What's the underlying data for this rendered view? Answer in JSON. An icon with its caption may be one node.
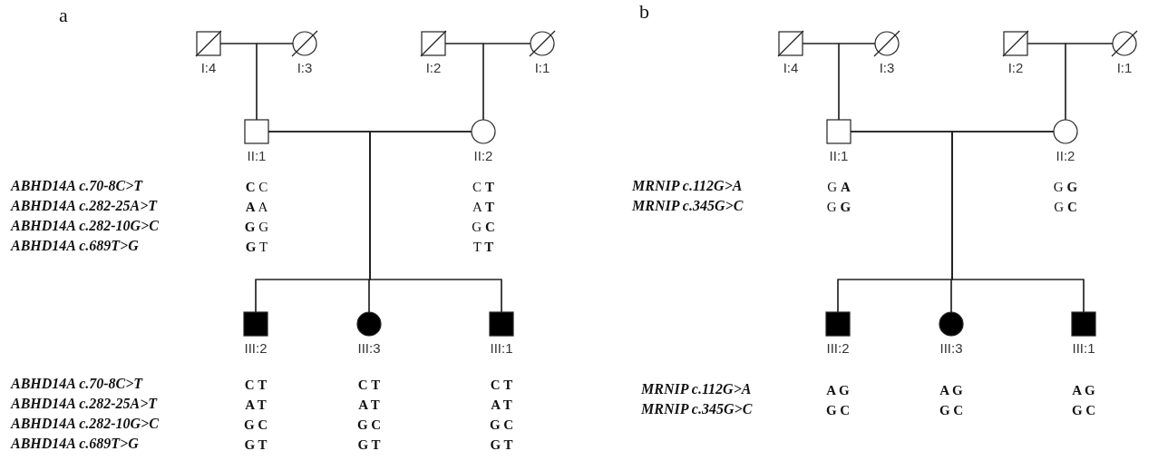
{
  "diagram": {
    "nodes": [
      {
        "text": [
          "I:4"
        ]
      },
      {
        "text": [
          "I:3"
        ]
      },
      {
        "text": [
          "I:2"
        ]
      },
      {
        "text": [
          "I:1"
        ]
      },
      {
        "text": [
          "II:1"
        ],
        "beside": [
          "**C** C",
          "**A** A",
          "**G** G",
          "**G** T"
        ]
      },
      {
        "text": [
          "II:2"
        ],
        "beside": [
          "C **T**",
          "A **T**",
          "G **C**",
          "T **T**"
        ]
      },
      {
        "text": [
          "III:2"
        ],
        "beside": [
          "C T",
          "A T",
          "G C",
          "G T"
        ]
      },
      {
        "text": [
          "III:3"
        ],
        "beside": [
          "C T",
          "A T",
          "G C",
          "G T"
        ]
      },
      {
        "text": [
          "III:1"
        ],
        "beside": [
          "C T",
          "A T",
          "G C",
          "G T"
        ]
      },
      {
        "text": [
          "I:4"
        ]
      },
      {
        "text": [
          "I:3"
        ]
      },
      {
        "text": [
          "I:2"
        ]
      },
      {
        "text": [
          "I:1"
        ]
      },
      {
        "text": [
          "II:1"
        ],
        "beside": [
          "G **A**",
          "G **G**"
        ]
      },
      {
        "text": [
          "II:2"
        ],
        "beside": [
          "G **G**",
          "G **C**"
        ]
      },
      {
        "text": [
          "III:2"
        ],
        "beside": [
          "A G",
          "G C"
        ]
      },
      {
        "text": [
          "III:3"
        ],
        "beside": [
          "A G",
          "G C"
        ]
      },
      {
        "text": [
          "III:1"
        ],
        "beside": [
          "A G",
          "G C"
        ]
      }
    ],
    "edges": [
      {
        "from": 0,
        "to": 1,
        "arrow": "none"
      },
      {
        "from": 2,
        "to": 3,
        "arrow": "none"
      },
      {
        "from": 0,
        "to": 4,
        "arrow": "none"
      },
      {
        "from": 1,
        "to": 4,
        "arrow": "none"
      },
      {
        "from": 2,
        "to": 5,
        "arrow": "none"
      },
      {
        "from": 3,
        "to": 5,
        "arrow": "none"
      },
      {
        "from": 4,
        "to": 5,
        "arrow": "none"
      },
      {
        "from": 4,
        "to": 6,
        "arrow": "none"
      },
      {
        "from": 5,
        "to": 6,
        "arrow": "none"
      },
      {
        "from": 4,
        "to": 7,
        "arrow": "none"
      },
      {
        "from": 5,
        "to": 7,
        "arrow": "none"
      },
      {
        "from": 4,
        "to": 8,
        "arrow": "none"
      },
      {
        "from": 5,
        "to": 8,
        "arrow": "none"
      },
      {
        "from": 9,
        "to": 10,
        "arrow": "none"
      },
      {
        "from": 11,
        "to": 12,
        "arrow": "none"
      },
      {
        "from": 9,
        "to": 13,
        "arrow": "none"
      },
      {
        "from": 10,
        "to": 13,
        "arrow": "none"
      },
      {
        "from": 11,
        "to": 14,
        "arrow": "none"
      },
      {
        "from": 12,
        "to": 14,
        "arrow": "none"
      },
      {
        "from": 13,
        "to": 14,
        "arrow": "none"
      },
      {
        "from": 13,
        "to": 15,
        "arrow": "none"
      },
      {
        "from": 14,
        "to": 15,
        "arrow": "none"
      },
      {
        "from": 13,
        "to": 16,
        "arrow": "none"
      },
      {
        "from": 14,
        "to": 16,
        "arrow": "none"
      },
      {
        "from": 13,
        "to": 17,
        "arrow": "none"
      },
      {
        "from": 14,
        "to": 17,
        "arrow": "none"
      }
    ],
    "labels": [
      "a",
      "ABHD14A c.70-8C>T",
      "ABHD14A c.282-25A>T",
      "ABHD14A c.282-10G>C",
      "ABHD14A c.689T>G",
      "ABHD14A c.70-8C>T",
      "ABHD14A c.282-25A>T",
      "ABHD14A c.282-10G>C",
      "ABHD14A c.689T>G",
      "b",
      "MRNIP c.112G>A",
      "MRNIP c.345G>C",
      "MRNIP c.112G>A",
      "MRNIP c.345G>C"
    ]
  }
}
